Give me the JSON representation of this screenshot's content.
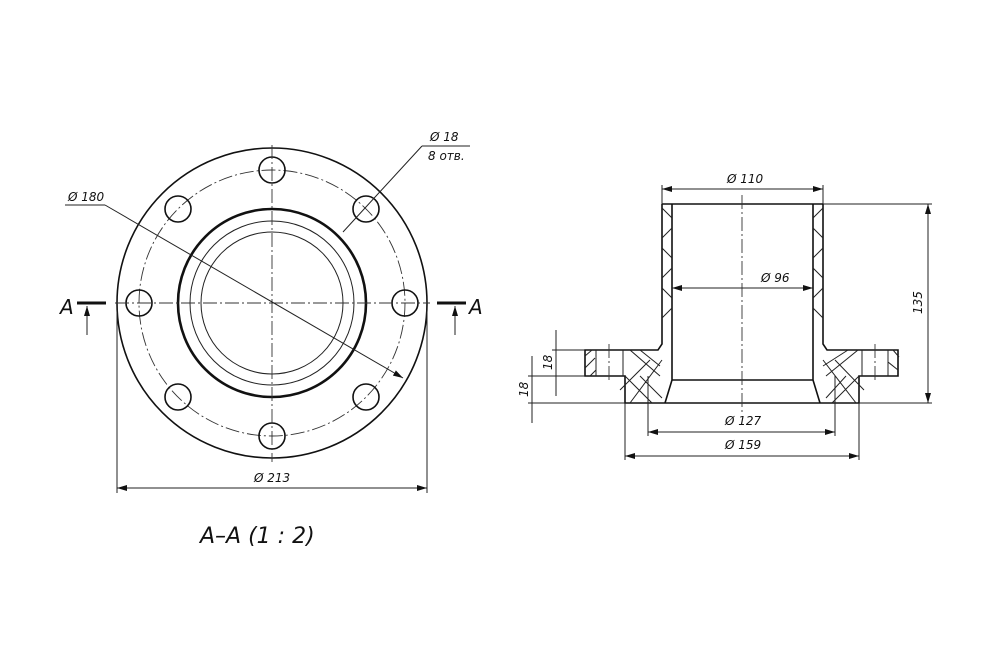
{
  "front_view": {
    "bolt_circle_dim": "Ø 180",
    "hole_dim": "Ø 18",
    "hole_count": "8 отв.",
    "outer_dim": "Ø 213",
    "section_mark_left": "A",
    "section_mark_right": "A"
  },
  "section_view": {
    "title": "A–A (1 : 2)",
    "pipe_outer_dim": "Ø 110",
    "pipe_inner_dim": "Ø 96",
    "height_dim": "135",
    "collar_dim": "Ø 127",
    "flange_base_dim": "Ø 159",
    "flange_thickness_dim": "18",
    "collar_height_dim": "18"
  },
  "colors": {
    "line": "#111111",
    "background": "#ffffff"
  }
}
